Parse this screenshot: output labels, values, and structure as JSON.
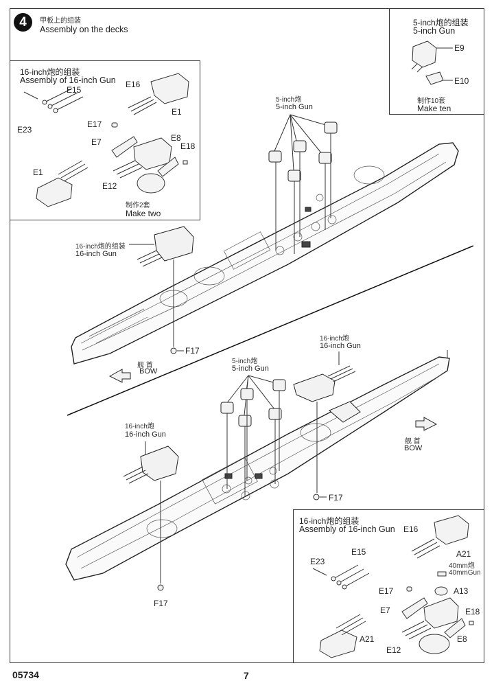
{
  "step": {
    "number": "4",
    "title_cn": "甲板上的组装",
    "title_en": "Assembly on the decks"
  },
  "inset_16inch_top": {
    "title_cn": "16-inch炮的组装",
    "title_en": "Assembly of 16-inch Gun",
    "parts": [
      "E15",
      "E16",
      "E1",
      "E23",
      "E17",
      "E7",
      "E8",
      "E18",
      "E1",
      "E12"
    ],
    "quantity_cn": "制作2套",
    "quantity_en": "Make two"
  },
  "inset_5inch": {
    "title_cn": "5-inch炮的组装",
    "title_en": "5-inch Gun",
    "parts": [
      "E9",
      "E10"
    ],
    "quantity_cn": "制作10套",
    "quantity_en": "Make ten"
  },
  "ship_top": {
    "label_5inch_cn": "5-inch炮",
    "label_5inch_en": "5-inch Gun",
    "label_16inch_cn": "16-inch炮的组装",
    "label_16inch_en": "16-inch Gun",
    "part_f17": "F17",
    "bow_cn": "舰 首",
    "bow_en": "BOW"
  },
  "ship_bottom": {
    "label_16inch_right_cn": "16-inch炮",
    "label_16inch_right_en": "16-inch Gun",
    "label_5inch_cn": "5-inch炮",
    "label_5inch_en": "5-inch Gun",
    "label_16inch_left_cn": "16-inch炮",
    "label_16inch_left_en": "16-inch Gun",
    "part_f17_right": "F17",
    "part_f17_bottom": "F17",
    "bow_cn": "舰 首",
    "bow_en": "BOW"
  },
  "inset_16inch_bottom": {
    "title_cn": "16-inch炮的组装",
    "title_en": "Assembly of 16-inch Gun",
    "parts": [
      "E16",
      "A21",
      "E15",
      "E23",
      "E17",
      "A13",
      "E7",
      "E18",
      "A21",
      "E8",
      "E12"
    ],
    "gun40_cn": "40mm炮",
    "gun40_en": "40mmGun"
  },
  "footer": {
    "product_code": "05734",
    "page_number": "7"
  }
}
